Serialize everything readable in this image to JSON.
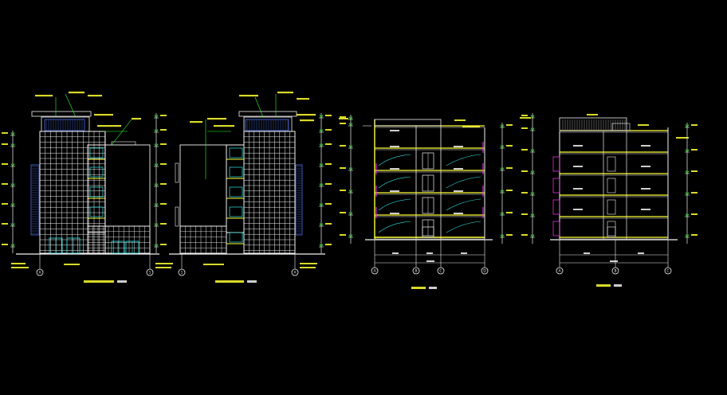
{
  "drawing": {
    "background": "#000000",
    "colors": {
      "white": "#f2f2f2",
      "yellow": "#ffff33",
      "green": "#33ff33",
      "cyan": "#33e6e6",
      "magenta": "#ff33ff",
      "blue": "#5a7dff",
      "gray": "#9a9a9a"
    },
    "views": [
      {
        "id": "south-elevation",
        "kind": "elevation",
        "grid_labels": [
          "A",
          "1"
        ]
      },
      {
        "id": "north-elevation",
        "kind": "elevation",
        "grid_labels": [
          "1",
          "A"
        ]
      },
      {
        "id": "section-1-1",
        "kind": "section",
        "grid_labels": [
          "A",
          "B",
          "C",
          "D"
        ]
      },
      {
        "id": "section-2-2",
        "kind": "section",
        "grid_labels": [
          "A",
          "B",
          "C"
        ]
      }
    ]
  }
}
